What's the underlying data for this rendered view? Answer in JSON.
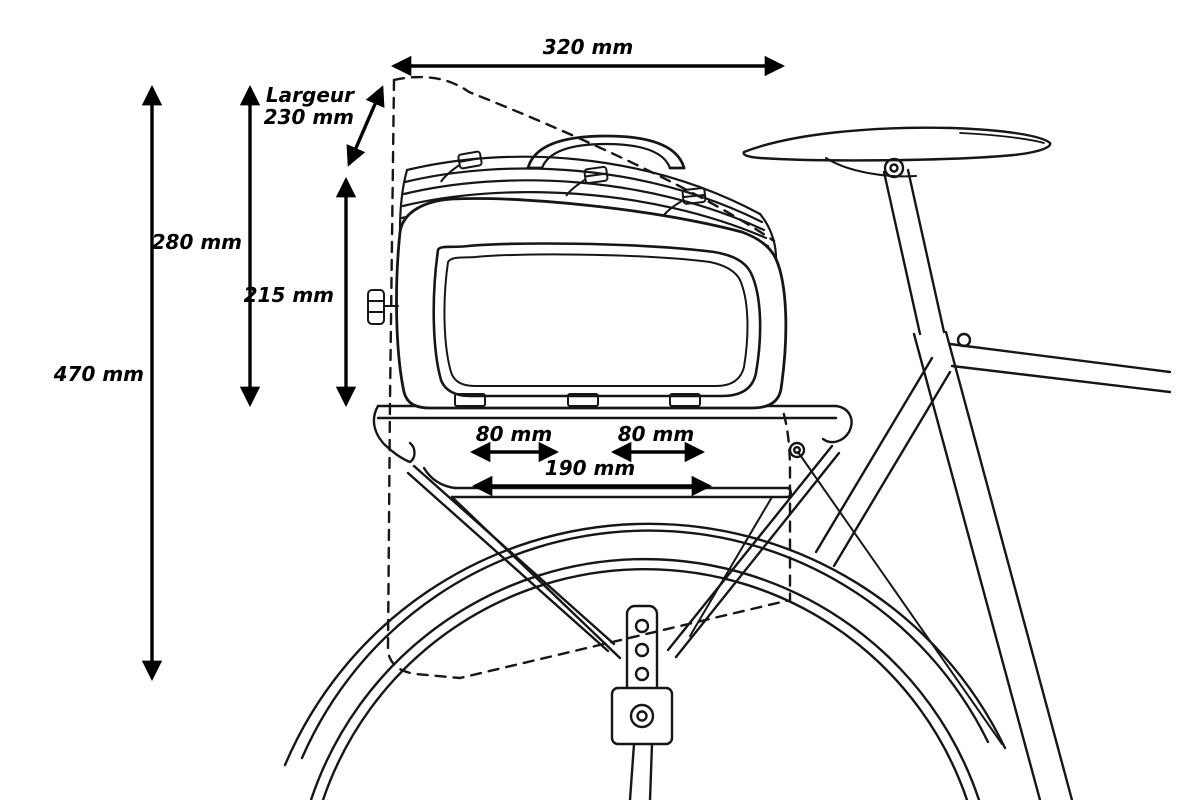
{
  "page": {
    "background": "#ffffff",
    "line_color": "#000000",
    "description": "Technical dimension drawing of an expandable trunk bag mounted on a bicycle rear rack"
  },
  "dims": {
    "d320": "320 mm",
    "largeur_label": "Largeur",
    "largeur_value": "230 mm",
    "d280": "280 mm",
    "d215": "215 mm",
    "d470": "470 mm",
    "d80_left": "80 mm",
    "d80_right": "80 mm",
    "d190": "190 mm"
  }
}
